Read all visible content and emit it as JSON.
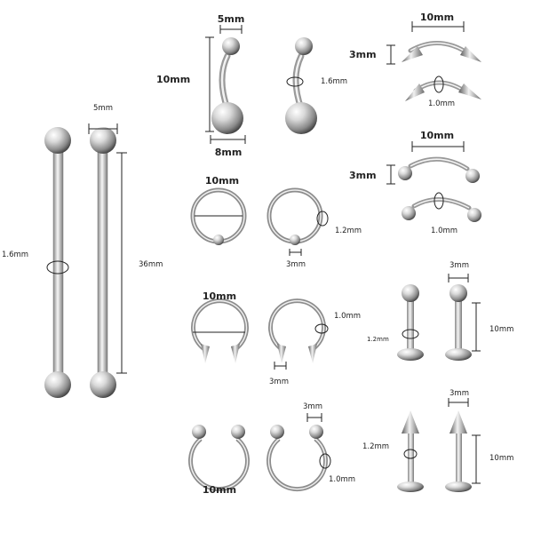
{
  "labels": {
    "industrial_bar": {
      "ball_width": "5mm",
      "gauge": "1.6mm",
      "length": "36mm"
    },
    "belly_ring": {
      "ball_top": "5mm",
      "length": "10mm",
      "ball_bottom": "8mm",
      "gauge": "1.6mm"
    },
    "eyebrow_spike": {
      "length": "10mm",
      "height": "3mm",
      "gauge": "1.0mm"
    },
    "eyebrow_ball": {
      "length": "10mm",
      "height": "3mm",
      "gauge": "1.0mm"
    },
    "captive_ring": {
      "diameter": "10mm",
      "gauge": "1.2mm",
      "ball": "3mm"
    },
    "horseshoe_spike": {
      "diameter": "10mm",
      "gauge": "1.0mm",
      "spike": "3mm"
    },
    "labret_ball": {
      "ball": "3mm",
      "gauge": "1.2mm",
      "length": "10mm"
    },
    "labret_spike": {
      "spike": "3mm",
      "gauge": "1.2mm",
      "length": "10mm"
    },
    "horseshoe_ball": {
      "ball": "3mm",
      "diameter": "10mm",
      "gauge": "1.0mm"
    }
  },
  "colors": {
    "metal_light": "#f4f4f4",
    "metal_mid": "#b9b9b9",
    "metal_dark": "#555555",
    "line": "#222222"
  }
}
